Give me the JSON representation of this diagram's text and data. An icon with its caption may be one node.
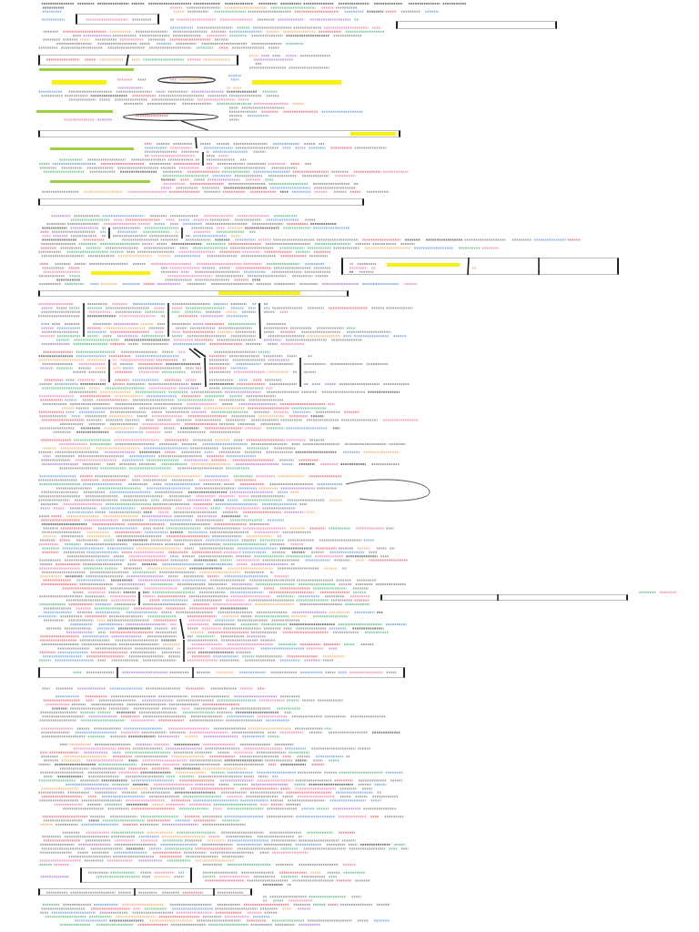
{
  "diagram": {
    "nodes": [
      {
        "text": [],
        "shape": "box"
      },
      {
        "text": [],
        "shape": "box"
      },
      {
        "text": [],
        "shape": "box"
      },
      {
        "text": [],
        "shape": "bar"
      },
      {
        "text": [],
        "shape": "bar"
      },
      {
        "text": [],
        "shape": "ellipse"
      },
      {
        "text": [],
        "shape": "bar"
      },
      {
        "text": [],
        "shape": "bar"
      },
      {
        "text": [],
        "shape": "ellipse"
      },
      {
        "text": [],
        "shape": "box"
      },
      {
        "text": [],
        "shape": "bar",
        "in": 9
      },
      {
        "text": [],
        "shape": "bar"
      },
      {
        "text": [],
        "shape": "bar"
      },
      {
        "text": [],
        "shape": "box"
      },
      {
        "text": [],
        "shape": "box"
      },
      {
        "text": [],
        "shape": "bar",
        "in": 14
      },
      {
        "text": [],
        "shape": "bar"
      },
      {
        "text": [],
        "shape": "box"
      },
      {
        "text": [],
        "shape": "bar",
        "in": 17
      },
      {
        "text": [],
        "shape": "box"
      },
      {
        "text": [],
        "shape": "box"
      },
      {
        "text": [],
        "shape": "box"
      },
      {
        "text": [],
        "shape": "box"
      }
    ],
    "edges": [
      {
        "from": 8,
        "to": 9,
        "arrow": "none"
      }
    ]
  }
}
